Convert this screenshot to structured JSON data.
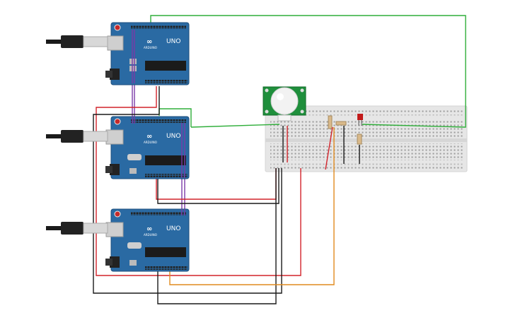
{
  "boards": [
    {
      "name": "UNO",
      "brand": "ARDUINO"
    },
    {
      "name": "UNO",
      "brand": "ARDUINO"
    },
    {
      "name": "UNO",
      "brand": "ARDUINO"
    }
  ],
  "colors": {
    "board": "#2a6aa3",
    "board_edge": "#1e4f7c",
    "breadboard": "#e3e3e3",
    "wire_green": "#2fae3a",
    "wire_purple": "#7b3aa8",
    "wire_red": "#d2232a",
    "wire_black": "#1a1a1a",
    "wire_orange": "#e08a1e",
    "pir_green": "#1f8f3c",
    "led_red": "#c21b1b"
  }
}
